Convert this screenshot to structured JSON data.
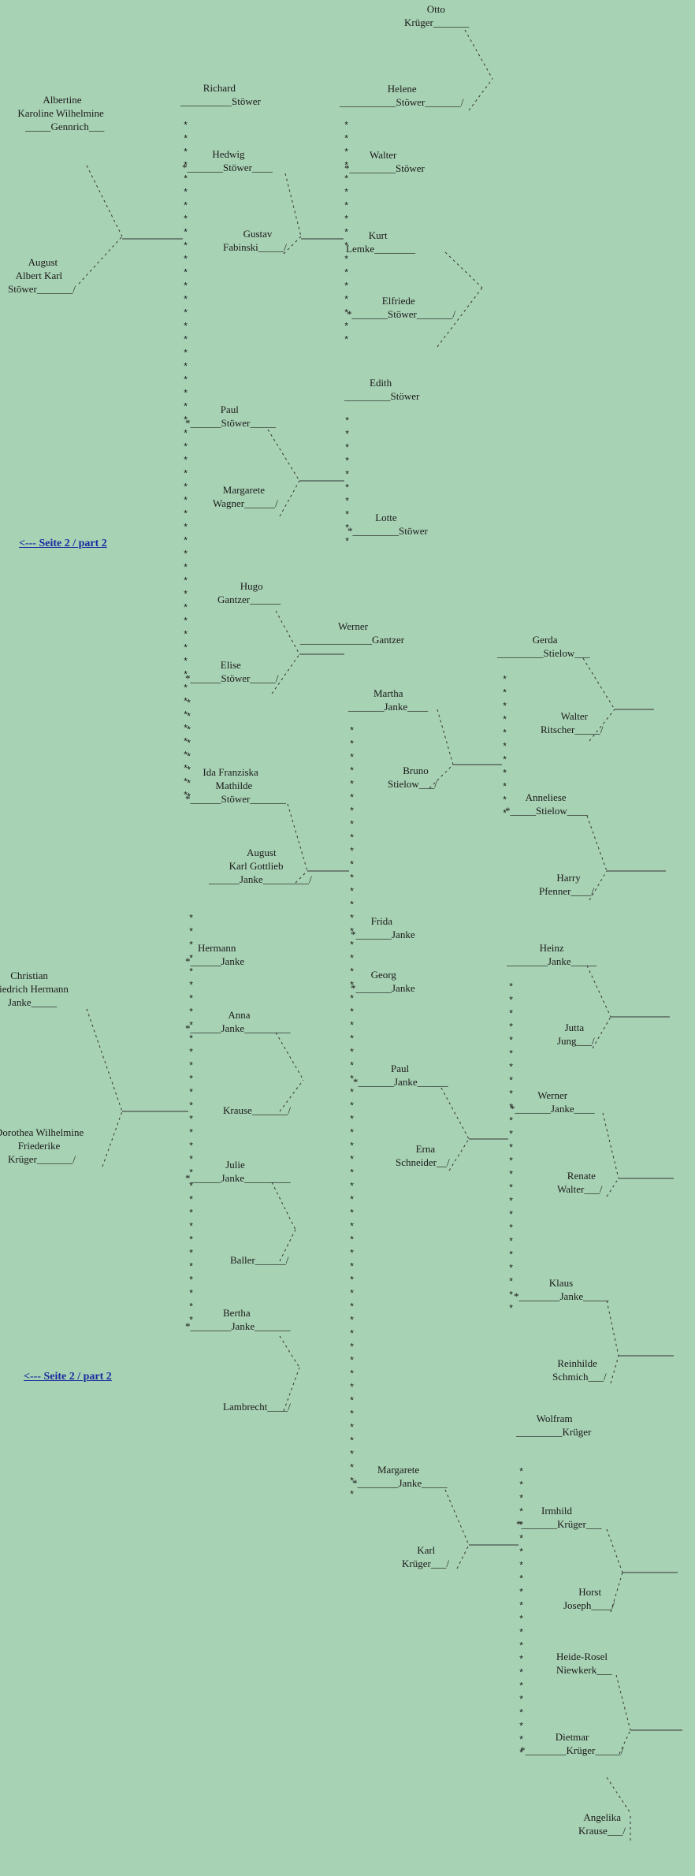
{
  "nav": {
    "link_top": "<--- Seite 2 / part 2",
    "link_bottom": "<--- Seite 2 / part 2"
  },
  "people": {
    "albertine": [
      "Albertine",
      "Karoline Wilhelmine",
      "_____Gennrich___"
    ],
    "august_karl": [
      "August",
      "Albert Karl",
      "Stöwer_______/"
    ],
    "richard": [
      "Richard",
      "__________Stöwer"
    ],
    "hedwig": [
      "Hedwig",
      "*_______Stöwer____"
    ],
    "gustav": [
      "Gustav",
      "Fabinski_____/"
    ],
    "otto": [
      "Otto",
      "Krüger_______"
    ],
    "helene": [
      "Helene",
      "___________Stöwer_______/"
    ],
    "walter_st": [
      "Walter",
      "*_________Stöwer"
    ],
    "kurt": [
      "Kurt",
      "Lemke________"
    ],
    "elfriede": [
      "Elfriede",
      "*_______Stöwer_______/"
    ],
    "paul_st": [
      "Paul",
      "*______Stöwer_____"
    ],
    "margarete_w": [
      "Margarete",
      "Wagner______/"
    ],
    "edith": [
      "Edith",
      "_________Stöwer"
    ],
    "lotte": [
      "Lotte",
      "*_________Stöwer"
    ],
    "hugo": [
      "Hugo",
      "Gantzer______"
    ],
    "elise": [
      "Elise",
      "*______Stöwer_____/"
    ],
    "werner_g": [
      "Werner",
      "______________Gantzer"
    ],
    "martha": [
      "Martha",
      "_______Janke____"
    ],
    "bruno": [
      "Bruno",
      "Stielow___/"
    ],
    "gerda": [
      "Gerda",
      "_________Stielow___"
    ],
    "walter_r": [
      "Walter",
      "Ritscher_____/"
    ],
    "anneliese": [
      "Anneliese",
      "*_____Stielow____"
    ],
    "harry": [
      "Harry",
      "Pfenner____/"
    ],
    "ida": [
      "Ida Franziska",
      "Mathilde",
      "*______Stöwer_______"
    ],
    "august_kg": [
      "August",
      "Karl Gottlieb",
      "______Janke_________/"
    ],
    "hermann": [
      "Hermann",
      "*______Janke"
    ],
    "anna": [
      "Anna",
      "*______Janke_________"
    ],
    "krause1": [
      "Krause_______/"
    ],
    "julie": [
      "Julie",
      "*______Janke_________"
    ],
    "baller": [
      "Baller______/"
    ],
    "bertha": [
      "Bertha",
      "*________Janke_______"
    ],
    "lambrecht": [
      "Lambrecht____/"
    ],
    "christian": [
      "Christian",
      "Friedrich Hermann",
      "Janke_____"
    ],
    "dorothea": [
      "Dorothea Wilhelmine",
      "Friederike",
      "Krüger_______/"
    ],
    "frida": [
      "Frida",
      "*_______Janke"
    ],
    "georg": [
      "Georg",
      "*_______Janke"
    ],
    "paul_j": [
      "Paul",
      "*_______Janke______"
    ],
    "erna": [
      "Erna",
      "Schneider__/"
    ],
    "heinz": [
      "Heinz",
      "________Janke_____"
    ],
    "jutta": [
      "Jutta",
      "Jung___/"
    ],
    "werner_j": [
      "Werner",
      "*_______Janke____"
    ],
    "renate": [
      "Renate",
      "Walter___/"
    ],
    "klaus": [
      "Klaus",
      "*________Janke_____"
    ],
    "reinhilde": [
      "Reinhilde",
      "Schmich___/"
    ],
    "margarete_j": [
      "Margarete",
      "*________Janke_____"
    ],
    "karl_k": [
      "Karl",
      "Krüger___/"
    ],
    "wolfram": [
      "Wolfram",
      "_________Krüger"
    ],
    "irmhild": [
      "Irmhild",
      "*_______Krüger___"
    ],
    "horst": [
      "Horst",
      "Joseph____/"
    ],
    "heide": [
      "Heide-Rosel",
      "Niewkerk___"
    ],
    "dietmar": [
      "Dietmar",
      "*________Krüger_____/"
    ],
    "angelika": [
      "Angelika",
      "Krause___/"
    ]
  }
}
